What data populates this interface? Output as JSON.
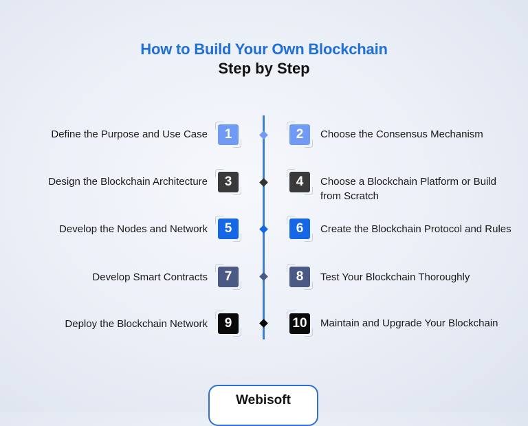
{
  "header": {
    "title": "How to Build Your Own Blockchain",
    "subtitle": "Step by Step"
  },
  "colors": {
    "title_blue": "#1f6fd6",
    "timeline_line": "#3d7fd6",
    "light_blue": "#6f9af5",
    "bright_blue": "#1567e6",
    "dark_gray": "#3a3a3a",
    "slate": "#4a5a85",
    "black": "#0a0a0a"
  },
  "steps": [
    {
      "number": "1",
      "label": "Define the Purpose and Use Case",
      "side": "left",
      "color": "#6f9af5"
    },
    {
      "number": "2",
      "label": "Choose the Consensus Mechanism",
      "side": "right",
      "color": "#6f9af5"
    },
    {
      "number": "3",
      "label": "Design the Blockchain Architecture",
      "side": "left",
      "color": "#3a3a3a"
    },
    {
      "number": "4",
      "label": "Choose a Blockchain Platform or Build from Scratch",
      "side": "right",
      "color": "#3a3a3a"
    },
    {
      "number": "5",
      "label": "Develop the Nodes and Network",
      "side": "left",
      "color": "#1567e6"
    },
    {
      "number": "6",
      "label": "Create the Blockchain Protocol and Rules",
      "side": "right",
      "color": "#1567e6"
    },
    {
      "number": "7",
      "label": "Develop Smart Contracts",
      "side": "left",
      "color": "#4a5a85"
    },
    {
      "number": "8",
      "label": "Test Your Blockchain Thoroughly",
      "side": "right",
      "color": "#4a5a85"
    },
    {
      "number": "9",
      "label": "Deploy the Blockchain Network",
      "side": "left",
      "color": "#0a0a0a"
    },
    {
      "number": "10",
      "label": "Maintain and Upgrade Your Blockchain",
      "side": "right",
      "color": "#0a0a0a"
    }
  ],
  "footer": {
    "logo_text": "Webisoft"
  }
}
